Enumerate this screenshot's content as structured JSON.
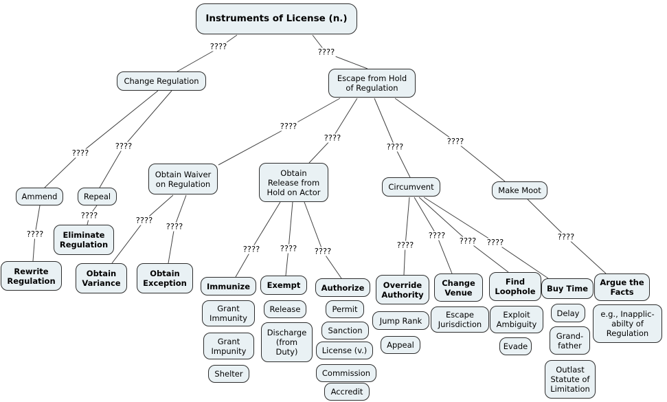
{
  "diagram": {
    "title": "Instruments of License (n.)",
    "node_fill": "#e9f1f4",
    "node_border": "#2b2b2b",
    "line_color": "#3f3f3f",
    "background": "#ffffff"
  },
  "nodes": {
    "root": {
      "label": "Instruments of License (n.)"
    },
    "change_regulation": {
      "label": "Change Regulation"
    },
    "escape_hold": {
      "label": "Escape from Hold\nof Regulation"
    },
    "ammend": {
      "label": "Ammend"
    },
    "repeal": {
      "label": "Repeal"
    },
    "obtain_waiver": {
      "label": "Obtain Waiver\non Regulation"
    },
    "obtain_release": {
      "label": "Obtain\nRelease from\nHold on Actor"
    },
    "circumvent": {
      "label": "Circumvent"
    },
    "make_moot": {
      "label": "Make Moot"
    },
    "rewrite_regulation": {
      "label": "Rewrite\nRegulation"
    },
    "eliminate_regulation": {
      "label": "Eliminate\nRegulation"
    },
    "obtain_variance": {
      "label": "Obtain\nVariance"
    },
    "obtain_exception": {
      "label": "Obtain\nException"
    },
    "immunize": {
      "label": "Immunize"
    },
    "exempt": {
      "label": "Exempt"
    },
    "authorize": {
      "label": "Authorize"
    },
    "override_authority": {
      "label": "Override\nAuthority"
    },
    "change_venue": {
      "label": "Change\nVenue"
    },
    "find_loophole": {
      "label": "Find\nLoophole"
    },
    "buy_time": {
      "label": "Buy Time"
    },
    "argue_facts": {
      "label": "Argue the\nFacts"
    },
    "grant_immunity": {
      "label": "Grant\nImmunity"
    },
    "grant_impunity": {
      "label": "Grant\nImpunity"
    },
    "shelter": {
      "label": "Shelter"
    },
    "release": {
      "label": "Release"
    },
    "discharge": {
      "label": "Discharge\n(from\nDuty)"
    },
    "permit": {
      "label": "Permit"
    },
    "sanction": {
      "label": "Sanction"
    },
    "license_v": {
      "label": "License (v.)"
    },
    "commission": {
      "label": "Commission"
    },
    "accredit": {
      "label": "Accredit"
    },
    "jump_rank": {
      "label": "Jump Rank"
    },
    "appeal": {
      "label": "Appeal"
    },
    "escape_jurisdiction": {
      "label": "Escape\nJurisdiction"
    },
    "exploit_ambiguity": {
      "label": "Exploit\nAmbiguity"
    },
    "evade": {
      "label": "Evade"
    },
    "delay": {
      "label": "Delay"
    },
    "grandfather": {
      "label": "Grand-\nfather"
    },
    "outlast": {
      "label": "Outlast\nStatute of\nLimitation"
    },
    "inapplicability": {
      "label": "e.g., Inapplic-\nabilty of\nRegulation"
    }
  },
  "edges": [
    {
      "from": "root",
      "to": "change_regulation",
      "label": "????"
    },
    {
      "from": "root",
      "to": "escape_hold",
      "label": "????"
    },
    {
      "from": "change_regulation",
      "to": "ammend",
      "label": "????"
    },
    {
      "from": "change_regulation",
      "to": "repeal",
      "label": "????"
    },
    {
      "from": "escape_hold",
      "to": "obtain_waiver",
      "label": "????"
    },
    {
      "from": "escape_hold",
      "to": "obtain_release",
      "label": "????"
    },
    {
      "from": "escape_hold",
      "to": "circumvent",
      "label": "????"
    },
    {
      "from": "escape_hold",
      "to": "make_moot",
      "label": "????"
    },
    {
      "from": "ammend",
      "to": "rewrite_regulation",
      "label": "????"
    },
    {
      "from": "repeal",
      "to": "eliminate_regulation",
      "label": "????"
    },
    {
      "from": "obtain_waiver",
      "to": "obtain_variance",
      "label": "????"
    },
    {
      "from": "obtain_waiver",
      "to": "obtain_exception",
      "label": "????"
    },
    {
      "from": "obtain_release",
      "to": "immunize",
      "label": "????"
    },
    {
      "from": "obtain_release",
      "to": "exempt",
      "label": "????"
    },
    {
      "from": "obtain_release",
      "to": "authorize",
      "label": "????"
    },
    {
      "from": "circumvent",
      "to": "override_authority",
      "label": "????"
    },
    {
      "from": "circumvent",
      "to": "change_venue",
      "label": "????"
    },
    {
      "from": "circumvent",
      "to": "find_loophole",
      "label": "????"
    },
    {
      "from": "circumvent",
      "to": "buy_time",
      "label": "????"
    },
    {
      "from": "make_moot",
      "to": "argue_facts",
      "label": "????"
    }
  ]
}
